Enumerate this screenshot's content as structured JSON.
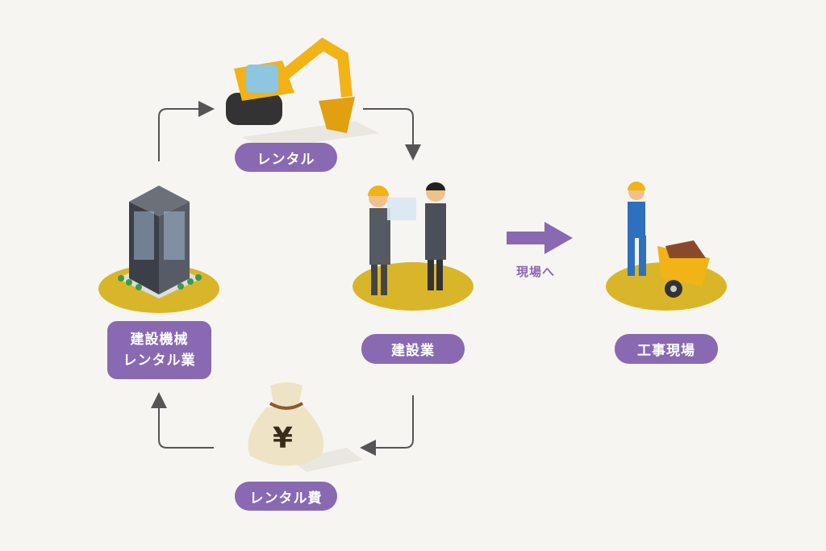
{
  "nodes": {
    "rental_company": {
      "line1": "建設機械",
      "line2": "レンタル業"
    },
    "construction": {
      "label": "建設業"
    },
    "site": {
      "label": "工事現場"
    }
  },
  "flows": {
    "rental": {
      "label": "レンタル"
    },
    "rental_fee": {
      "label": "レンタル費"
    },
    "to_site": {
      "label": "現場へ"
    },
    "fee_symbol": "¥"
  },
  "colors": {
    "accent": "#8a69b3",
    "platform": "#d9b52a",
    "background": "#f7f5f1"
  }
}
